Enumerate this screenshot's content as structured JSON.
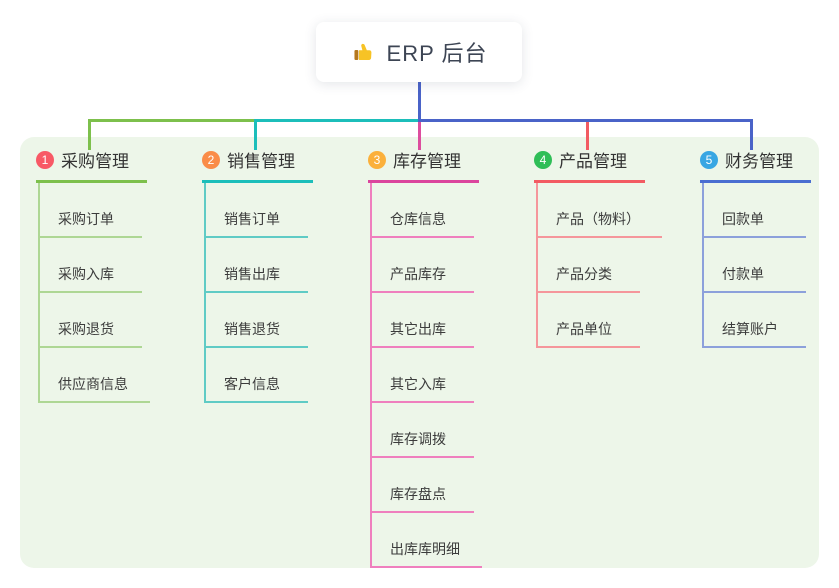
{
  "root": {
    "label": "ERP 后台",
    "icon": "thumbs-up-icon"
  },
  "branches": [
    {
      "number": "1",
      "label": "采购管理",
      "items": [
        "采购订单",
        "采购入库",
        "采购退货",
        "供应商信息"
      ],
      "colors": {
        "badge": "#f85966",
        "line": "#7dc04c",
        "item_line": "#aed794"
      }
    },
    {
      "number": "2",
      "label": "销售管理",
      "items": [
        "销售订单",
        "销售出库",
        "销售退货",
        "客户信息"
      ],
      "colors": {
        "badge": "#fa8c48",
        "line": "#1cbeba",
        "item_line": "#5fcbc5"
      }
    },
    {
      "number": "3",
      "label": "库存管理",
      "items": [
        "仓库信息",
        "产品库存",
        "其它出库",
        "其它入库",
        "库存调拨",
        "库存盘点",
        "出库库明细"
      ],
      "colors": {
        "badge": "#fbb03b",
        "line": "#db459d",
        "item_line": "#ef7fbe"
      }
    },
    {
      "number": "4",
      "label": "产品管理",
      "items": [
        "产品（物料）",
        "产品分类",
        "产品单位"
      ],
      "colors": {
        "badge": "#2fbe57",
        "line": "#f25b62",
        "item_line": "#f5969b"
      }
    },
    {
      "number": "5",
      "label": "财务管理",
      "items": [
        "回款单",
        "付款单",
        "结算账户"
      ],
      "colors": {
        "badge": "#38a6e3",
        "line": "#4a6ed1",
        "item_line": "#8ca0db"
      }
    }
  ],
  "connectors": {
    "root_stem": "#4a63c8",
    "bus_left_green": "#7dc04c",
    "bus_mid_teal": "#1cbeba",
    "bus_right_blue": "#4a63c8",
    "drop_magenta": "#dd4d9e",
    "drop_red": "#f25b62"
  },
  "canvas_background": "#edf6e9"
}
